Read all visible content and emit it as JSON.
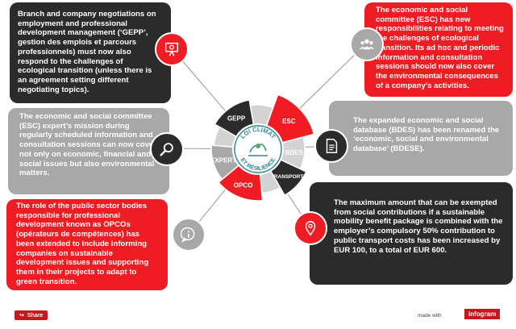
{
  "boxes": {
    "gepp": "Branch and company negotiations on employment and professional development management (‘GEPP’, gestion des emplois et parcours professionnels) must now also respond to the challenges of ecological transition (unless there is an agreement setting different negotiating topics).",
    "esc": "The economic and social committee (ESC) has new responsibilities relating to meeting the challenges of ecological transition. Its ad hoc and periodic information and consultation sessions should now also cover the environmental consequences of a company’s activities.",
    "expert": "The economic and social committee (ESC) expert’s mission during regularly scheduled information and consultation sessions can now cover not only on economic, financial and social issues but also environmental matters.",
    "bdes": "The expanded economic and social database (BDES) has been renamed the ‘economic, social and environmental database’ (BDESE).",
    "transport": "The maximum amount that can be exempted from social contributions if a sustainable mobility benefit package is combined with the employer’s compulsory 50% contribution to public transport costs has been increased by EUR 100, to a total of EUR 600.",
    "opco": "The role of the public sector bodies responsible for professional development known as OPCOs (opérateurs de compétences) has been extended to include informing companies on sustainable development issues and supporting them in their projects to adapt to green transition."
  },
  "wheel": {
    "segments": {
      "esc": "ESC",
      "bdes": "BDES",
      "transport": "TRANSPORT",
      "opco": "OPCO",
      "expert": "EXPERT",
      "gepp": "GEPP"
    },
    "center_top": "LOI CLIMAT",
    "center_bottom": "ET RÉSILIENCE"
  },
  "icons": {
    "gepp": "presentation-icon",
    "esc": "people-group-icon",
    "expert": "magnifier-icon",
    "bdes": "document-icon",
    "transport": "location-pin-icon",
    "opco": "info-icon"
  },
  "colors": {
    "red": "#ef1c24",
    "dark": "#2b2b2b",
    "grey": "#a8a8a8",
    "light_grey": "#d3d3d3",
    "center_teal": "#2f8a8e"
  },
  "footer": {
    "share": "Share",
    "made_with": "made with",
    "brand": "infogram"
  }
}
